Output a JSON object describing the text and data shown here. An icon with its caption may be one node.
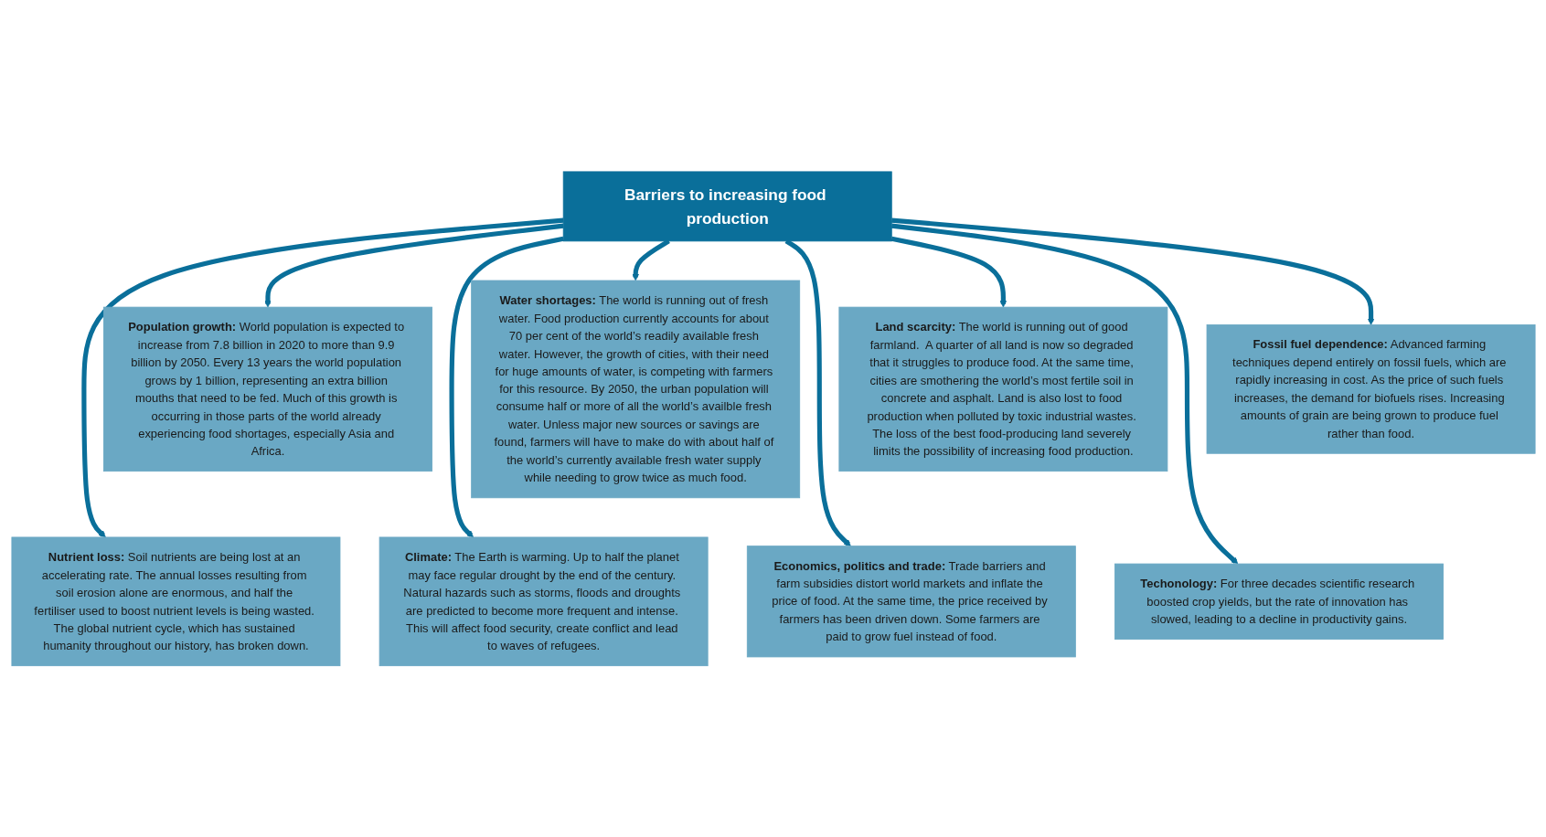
{
  "diagram": {
    "nodes": [
      {
        "text": [
          "Population growth:",
          "World population is expected to increase from 7.8 billion in 2020 to more than 9.9 billion by 2050. Every 13 years the world population grows by 1 billion, representing an extra billion mouths that need to be fed. Much of this growth is occurring in those parts of the world already experiencing food shortages, especially Asia and Africa."
        ]
      },
      {
        "text": [
          "Water shortages:",
          "The world is running out of fresh water. Food production currently accounts for about 70 per cent of the world’s readily available fresh water. However, the growth of cities, with their need for huge amounts of water, is competing with farmers for this resource. By 2050, the urban population will consume half or more of all the world’s availble fresh water. Unless major new sources or savings are found, farmers will have to make do with about half of the world’s currently available fresh water supply while needing to grow twice as much food."
        ]
      },
      {
        "text": [
          "Land scarcity:",
          "The world is running out of good farmland.  A quarter of all land is now so degraded that it struggles to produce food. At the same time, cities are smothering the world’s most fertile soil in concrete and asphalt. Land is also lost to food production when polluted by toxic industrial wastes. The loss of the best food-producing land severely limits the possibility of increasing food production."
        ]
      },
      {
        "text": [
          "Nutrient loss:",
          "Soil nutrients are being lost at an accelerating rate. The annual losses resulting from soil erosion alone are enormous, and half the fertiliser used to boost nutrient levels is being wasted. The global nutrient cycle, which has sustained humanity throughout our history, has broken down."
        ]
      },
      {
        "text": [
          "Barriers to increasing food production"
        ]
      },
      {
        "text": [
          "Fossil fuel dependence:",
          "Advanced farming techniques depend entirely on fossil fuels, which are rapidly increasing in cost. As the price of such fuels increases, the demand for biofuels rises. Increasing amounts of grain are being grown to produce fuel rather than food."
        ]
      },
      {
        "text": [
          "Techonology:",
          "For three decades scientific research boosted crop yields, but the rate of innovation has slowed, leading to a decline in productivity gains."
        ]
      },
      {
        "text": [
          "Climate:",
          "The Earth is warming. Up to half the planet may face regular drought by the end of the century. Natural hazards such as storms, floods and droughts are predicted to become more frequent and intense. This will affect food security, create conflict and lead to waves of refugees."
        ]
      },
      {
        "text": [
          "Economics, politics and trade:",
          "Trade barriers and farm subsidies distort world markets and inflate the price of food. At the same time, the price received by farmers has been driven down. Some farmers are paid to grow fuel instead of food."
        ]
      }
    ],
    "edges": [
      {
        "from": 4,
        "to": 0,
        "arrow": "to"
      },
      {
        "from": 4,
        "to": 1,
        "arrow": "to"
      },
      {
        "from": 4,
        "to": 2,
        "arrow": "to"
      },
      {
        "from": 4,
        "to": 3,
        "arrow": "to"
      },
      {
        "from": 4,
        "to": 5,
        "arrow": "to"
      },
      {
        "from": 4,
        "to": 6,
        "arrow": "to"
      },
      {
        "from": 4,
        "to": 7,
        "arrow": "to"
      },
      {
        "from": 4,
        "to": 8,
        "arrow": "to"
      }
    ]
  }
}
